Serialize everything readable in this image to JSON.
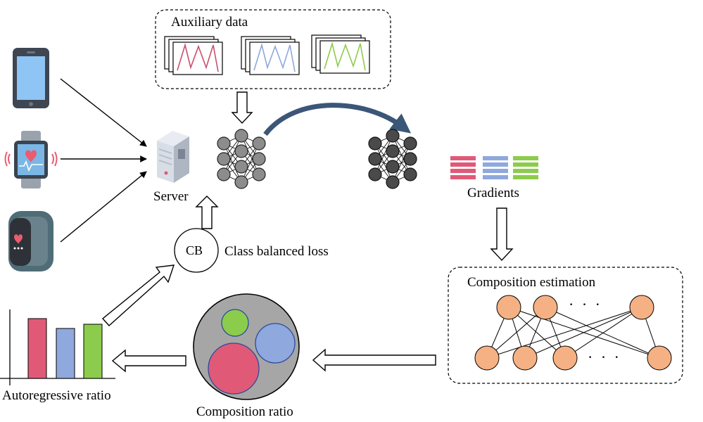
{
  "labels": {
    "auxiliary_data": "Auxiliary data",
    "server": "Server",
    "cb": "CB",
    "class_balanced_loss": "Class balanced loss",
    "gradients": "Gradients",
    "composition_estimation": "Composition estimation",
    "composition_ratio": "Composition ratio",
    "autoregressive_ratio": "Autoregressive ratio",
    "ellipsis_top": "· · ·",
    "ellipsis_bottom": "· · ·"
  },
  "colors": {
    "red": "#e05a78",
    "blue": "#8fa8dd",
    "green": "#8ccc4c",
    "node_dark": "#4a4a4a",
    "node_grey": "#8c8c8c",
    "peach": "#f5b183",
    "pie_bg": "#a6a6a6",
    "curved_arrow": "#3b5677"
  },
  "icons": {
    "devices": [
      "smartphone-icon",
      "smartwatch-icon",
      "fitness-band-icon"
    ],
    "server": "server-icon"
  },
  "bar_chart": {
    "series_colors": [
      "red",
      "blue",
      "green"
    ],
    "values": [
      85,
      71,
      77
    ]
  }
}
